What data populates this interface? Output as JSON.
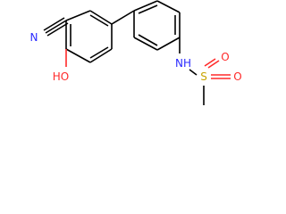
{
  "colors": {
    "background": "#ffffff",
    "carbon_bond": "#000000",
    "nitrogen": "#2b2bff",
    "oxygen": "#ff2a2a",
    "sulfur": "#c9a400"
  },
  "atoms": {
    "nitrile_n": "N",
    "hydroxyl": "HO",
    "amine_nh": "NH",
    "sulfur": "S",
    "sulfonyl_o_1": "O",
    "sulfonyl_o_2": "O"
  }
}
